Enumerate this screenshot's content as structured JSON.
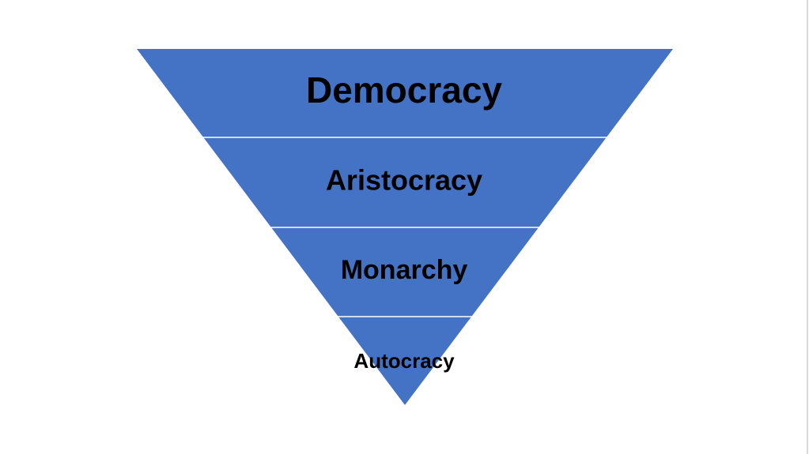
{
  "diagram": {
    "type": "inverted-pyramid",
    "fill_color": "#4472c4",
    "separator_color": "#ffffff",
    "text_color": "#000000",
    "tiers": [
      {
        "label": "Democracy"
      },
      {
        "label": "Aristocracy"
      },
      {
        "label": "Monarchy"
      },
      {
        "label": "Autocracy"
      }
    ]
  }
}
